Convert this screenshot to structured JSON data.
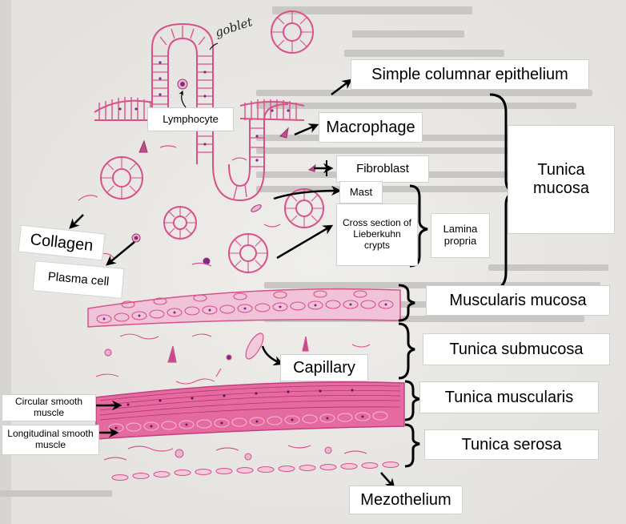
{
  "labels": {
    "goblet": "goblet",
    "simple_columnar_epithelium": "Simple columnar epithelium",
    "lymphocyte": "Lymphocyte",
    "macrophage": "Macrophage",
    "fibroblast": "Fibroblast",
    "mast": "Mast",
    "cross_section": "Cross section of Lieberkuhn crypts",
    "lamina_propria": "Lamina propria",
    "tunica_mucosa": "Tunica mucosa",
    "collagen": "Collagen",
    "plasma_cell": "Plasma cell",
    "muscularis_mucosa": "Muscularis mucosa",
    "tunica_submucosa": "Tunica submucosa",
    "capillary": "Capillary",
    "circular_smooth_muscle": "Circular smooth muscle",
    "tunica_muscularis": "Tunica muscularis",
    "longitudinal_smooth_muscle": "Longitudinal smooth muscle",
    "tunica_serosa": "Tunica serosa",
    "mezothelium": "Mezothelium"
  },
  "colors": {
    "paper": "#ecebe8",
    "tissue_pink": "#d9508a",
    "nucleus_purple": "#7a2a8c",
    "arrow": "#000000"
  }
}
